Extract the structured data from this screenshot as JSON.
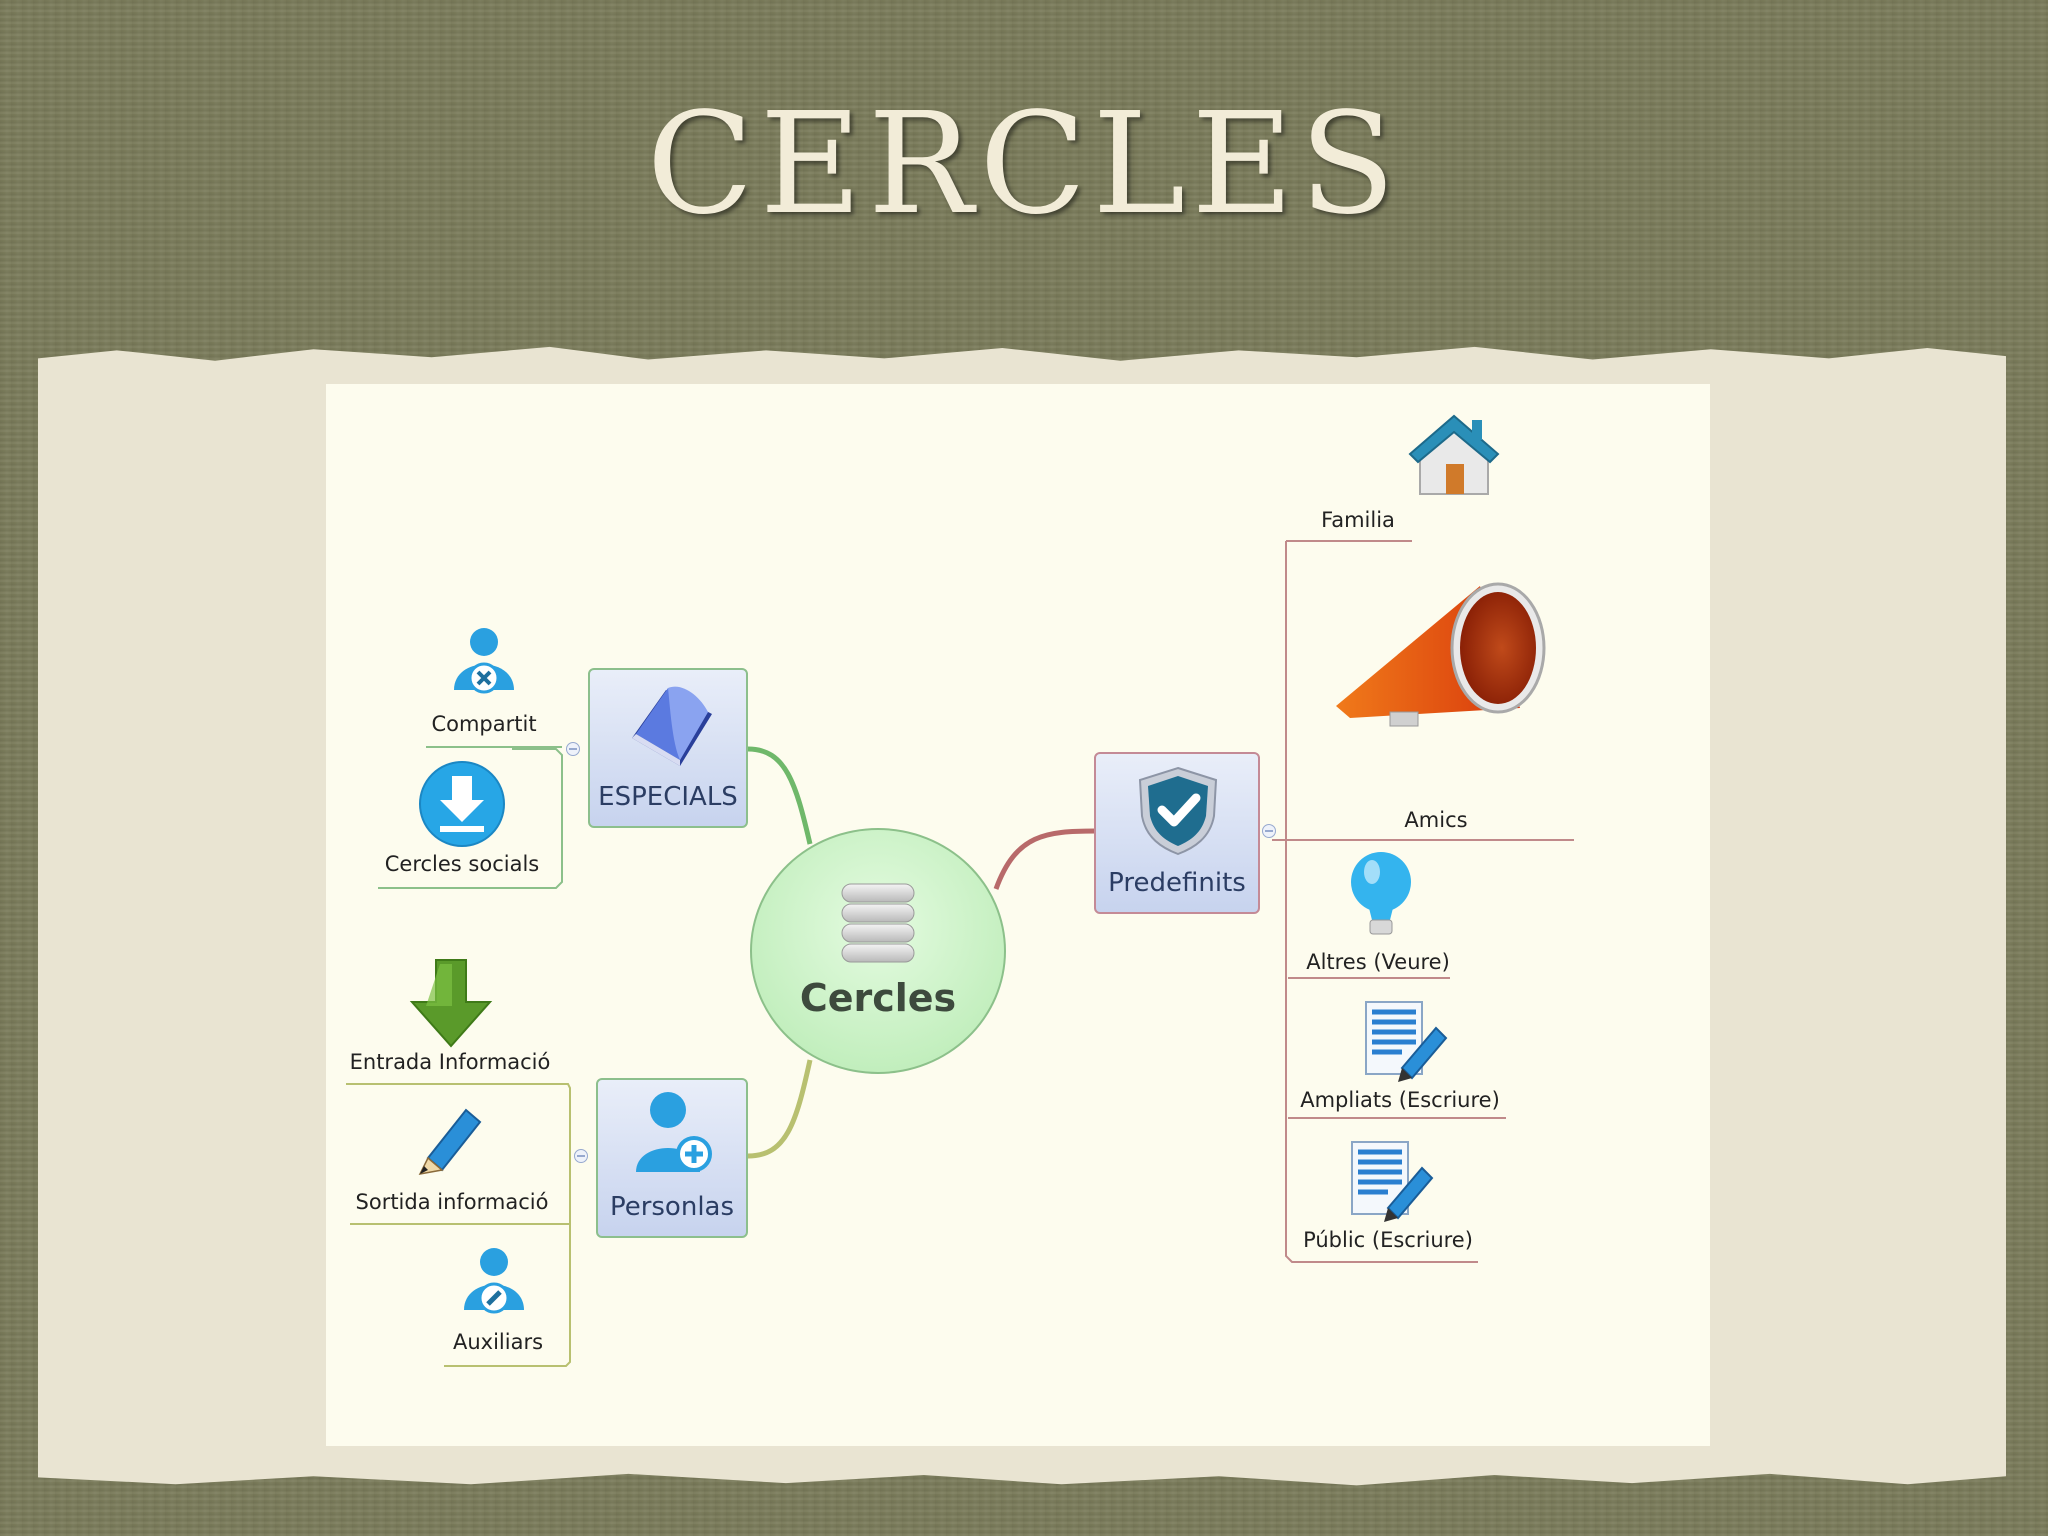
{
  "slide": {
    "title": "CERCLES"
  },
  "mindmap": {
    "center": {
      "label": "Cercles"
    },
    "especials": {
      "label": "ESPECIALS",
      "children": [
        {
          "label": "Compartit",
          "icon": "user-remove-icon"
        },
        {
          "label": "Cercles socials",
          "icon": "download-icon"
        }
      ]
    },
    "personlas": {
      "label": "Personlas",
      "children": [
        {
          "label": "Entrada Informació",
          "icon": "green-down-arrow-icon"
        },
        {
          "label": "Sortida informació",
          "icon": "pencil-icon"
        },
        {
          "label": "Auxiliars",
          "icon": "user-edit-icon"
        }
      ]
    },
    "predefinits": {
      "label": "Predefinits",
      "children": [
        {
          "label": "Familia",
          "icon": "house-icon"
        },
        {
          "label": "Amics",
          "icon": "megaphone-icon"
        },
        {
          "label": "Altres (Veure)",
          "icon": "lightbulb-icon"
        },
        {
          "label": "Ampliats (Escriure)",
          "icon": "document-edit-icon"
        },
        {
          "label": "Públic (Escriure)",
          "icon": "document-edit-icon"
        }
      ]
    }
  },
  "colors": {
    "background": "#7a7b5a",
    "paper": "#e9e4d2",
    "canvas": "#fdfcee",
    "especials_branch": "#6fb86a",
    "personlas_branch": "#b8c070",
    "predefinits_branch": "#b86a6a"
  }
}
